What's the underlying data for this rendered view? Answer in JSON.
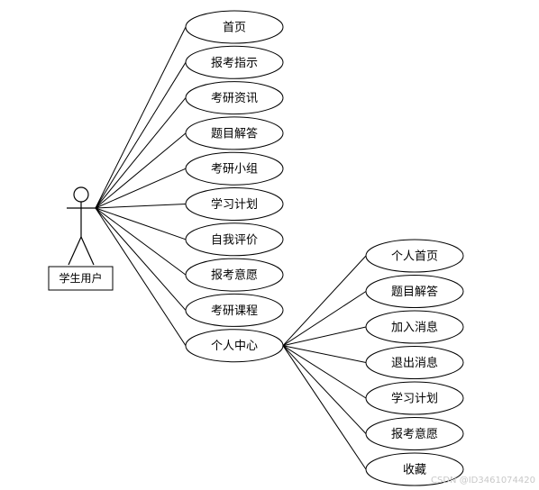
{
  "actor": {
    "label": "学生用户"
  },
  "main_use_cases": [
    {
      "label": "首页"
    },
    {
      "label": "报考指示"
    },
    {
      "label": "考研资讯"
    },
    {
      "label": "题目解答"
    },
    {
      "label": "考研小组"
    },
    {
      "label": "学习计划"
    },
    {
      "label": "自我评价"
    },
    {
      "label": "报考意愿"
    },
    {
      "label": "考研课程"
    },
    {
      "label": "个人中心"
    }
  ],
  "sub_use_cases": [
    {
      "label": "个人首页"
    },
    {
      "label": "题目解答"
    },
    {
      "label": "加入消息"
    },
    {
      "label": "退出消息"
    },
    {
      "label": "学习计划"
    },
    {
      "label": "报考意愿"
    },
    {
      "label": "收藏"
    }
  ],
  "watermark": "CSDN @ID3461074420"
}
